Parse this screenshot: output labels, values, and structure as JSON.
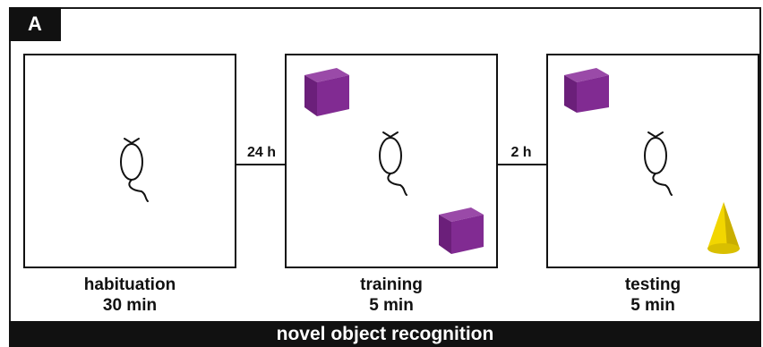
{
  "panel_label": "A",
  "stages": [
    {
      "name": "habituation",
      "duration": "30 min",
      "objects": []
    },
    {
      "name": "training",
      "duration": "5 min",
      "objects": [
        "purple-cube",
        "purple-cube"
      ]
    },
    {
      "name": "testing",
      "duration": "5 min",
      "objects": [
        "purple-cube",
        "yellow-cone"
      ]
    }
  ],
  "intervals": [
    "24 h",
    "2 h"
  ],
  "footer_title": "novel object recognition",
  "colors": {
    "frame": "#1a1a1a",
    "label_bg": "#111111",
    "cube": "#6b1f7a",
    "cone": "#f2d600"
  },
  "icons": [
    "mouse-icon",
    "cube-icon",
    "cone-icon"
  ]
}
